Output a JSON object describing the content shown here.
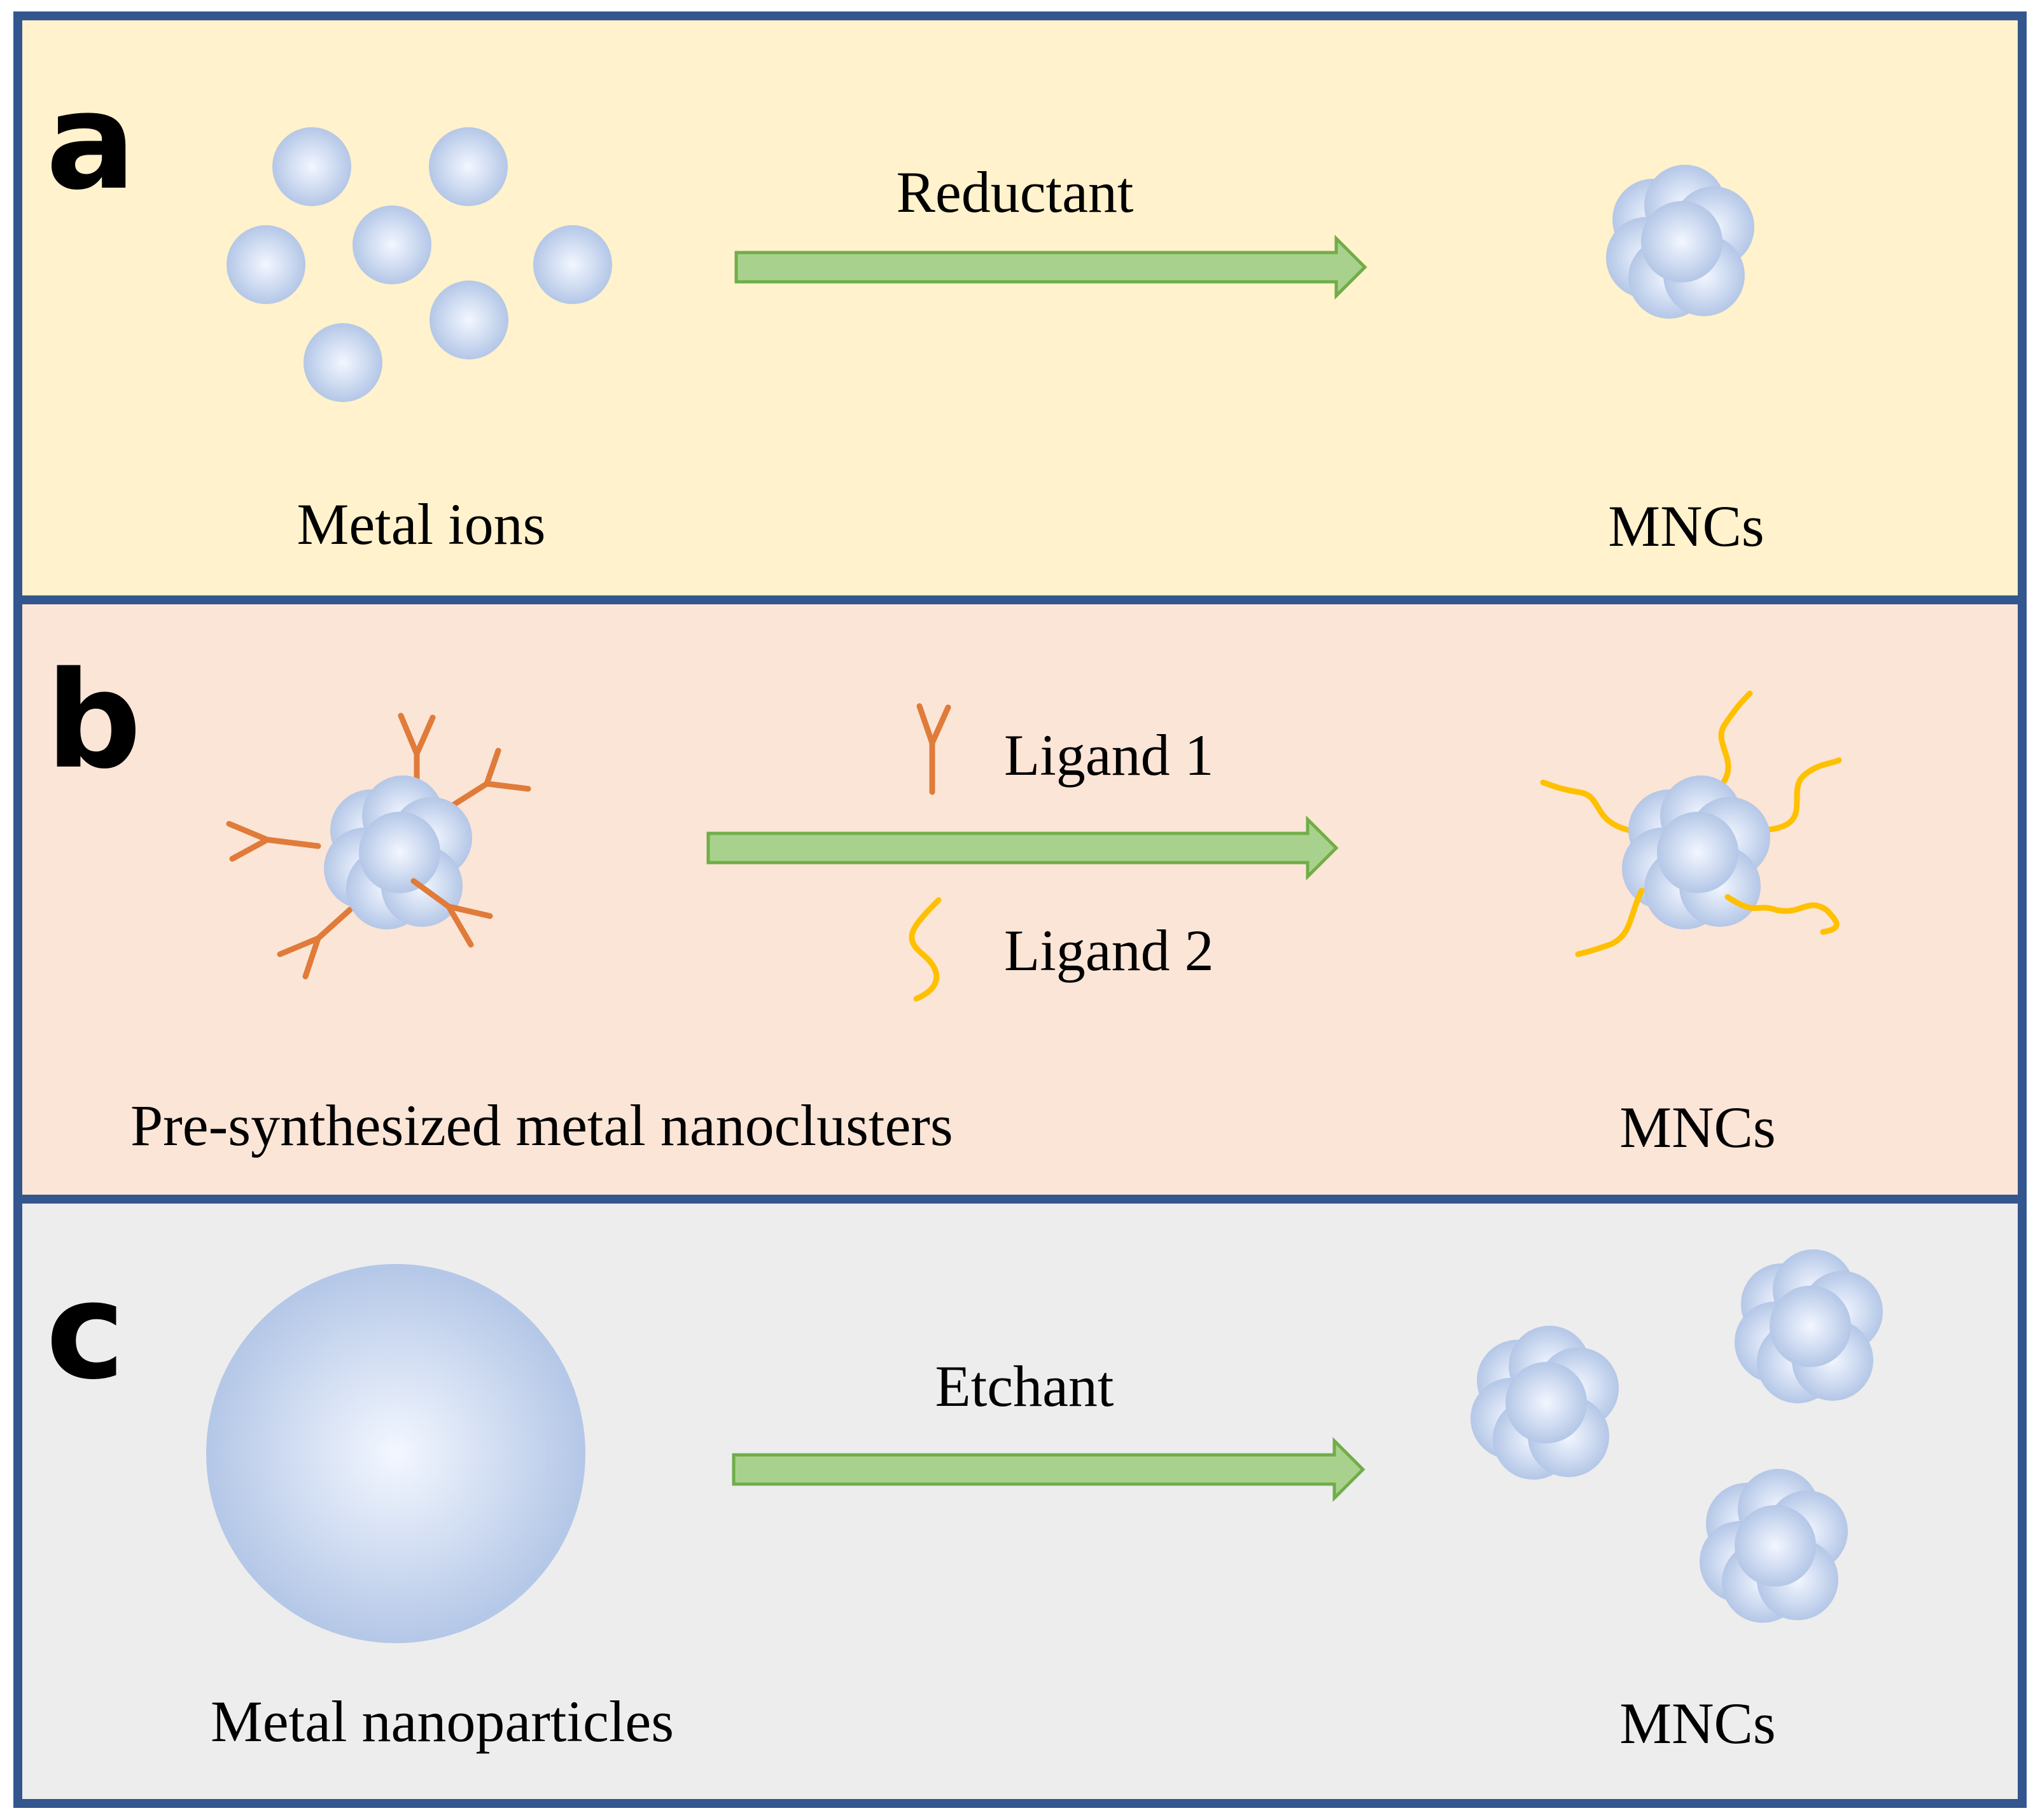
{
  "colors": {
    "border": "#34568f",
    "panel_a_bg": "#fff2cc",
    "panel_b_bg": "#fbe5d6",
    "panel_c_bg": "#ededed",
    "arrow_fill": "#a9d18e",
    "arrow_stroke": "#70ad47",
    "atom_center": "#f2f6ff",
    "atom_edge": "#b4c7e7",
    "ligand1": "#e07b39",
    "ligand2": "#ffc000"
  },
  "panels": {
    "a": {
      "letter": "a",
      "reagent": "Reductant",
      "start_label": "Metal ions",
      "end_label": "MNCs"
    },
    "b": {
      "letter": "b",
      "ligand1_label": "Ligand 1",
      "ligand2_label": "Ligand 2",
      "start_label": "Pre-synthesized metal nanoclusters",
      "end_label": "MNCs"
    },
    "c": {
      "letter": "c",
      "reagent": "Etchant",
      "start_label": "Metal nanoparticles",
      "end_label": "MNCs"
    }
  }
}
